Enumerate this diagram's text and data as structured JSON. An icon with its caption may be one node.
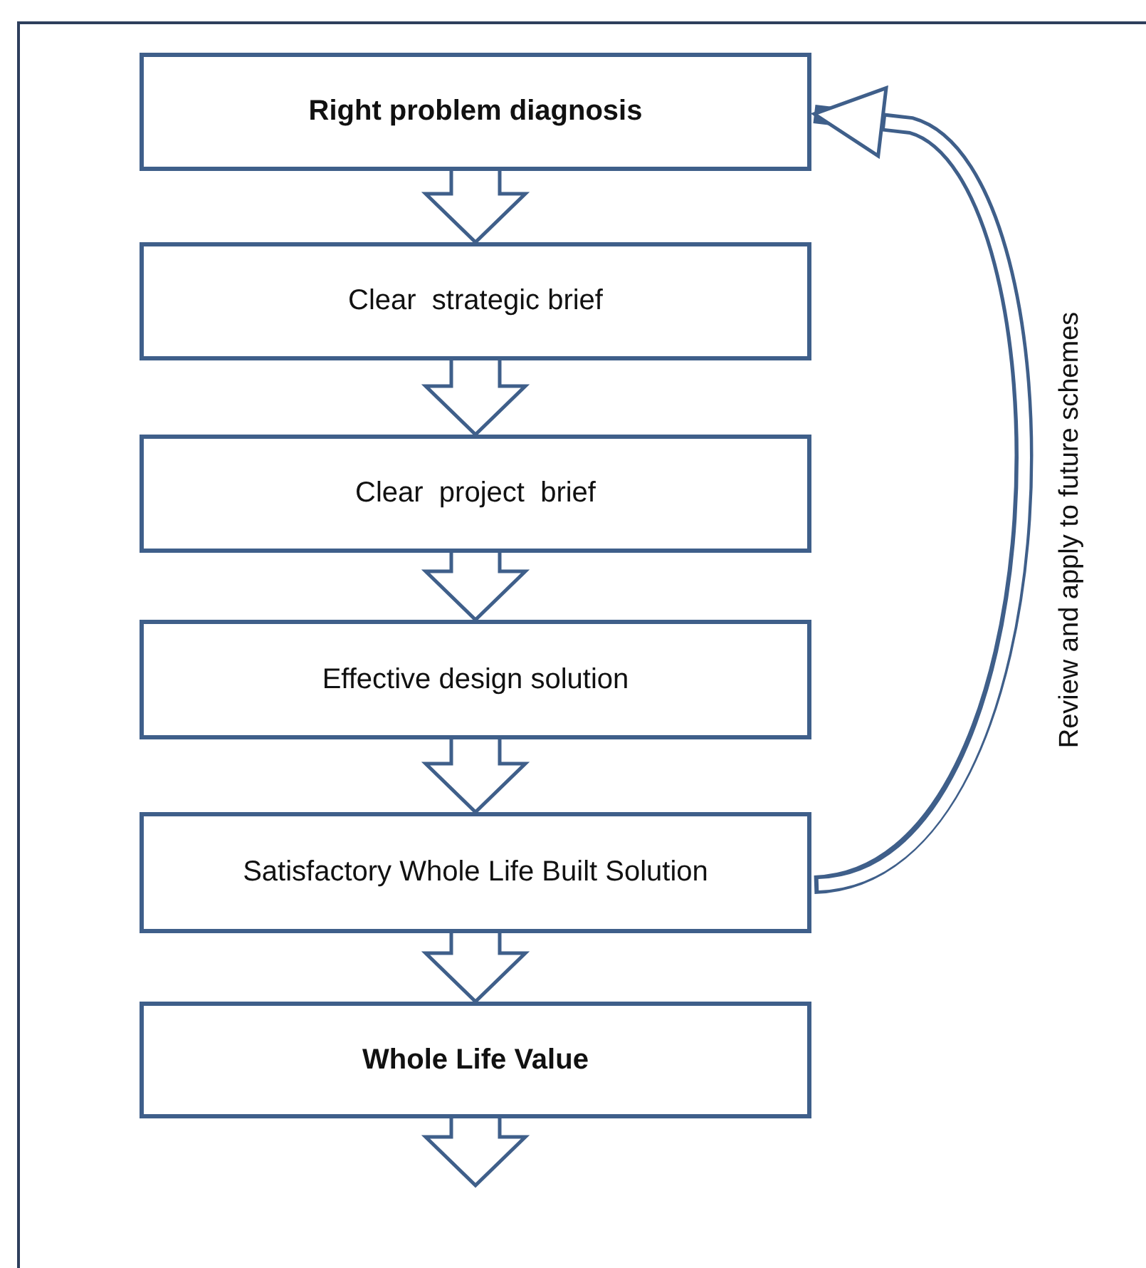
{
  "diagram": {
    "nodes": [
      {
        "text": [
          "Right problem diagnosis"
        ]
      },
      {
        "text": [
          "Clear  strategic brief"
        ]
      },
      {
        "text": [
          "Clear  project  brief"
        ]
      },
      {
        "text": [
          "Effective design solution"
        ]
      },
      {
        "text": [
          "Satisfactory Whole Life Built Solution"
        ]
      },
      {
        "text": [
          "Whole Life Value"
        ]
      }
    ],
    "edges": [
      {
        "from": 0,
        "to": 1,
        "arrow": "to"
      },
      {
        "from": 1,
        "to": 2,
        "arrow": "to"
      },
      {
        "from": 2,
        "to": 3,
        "arrow": "to"
      },
      {
        "from": 3,
        "to": 4,
        "arrow": "to"
      },
      {
        "from": 4,
        "to": 5,
        "arrow": "to"
      },
      {
        "from": 5,
        "to": null,
        "arrow": "to"
      },
      {
        "from": 4,
        "to": 0,
        "arrow": "to",
        "label": "Review and apply to future schemes"
      }
    ]
  }
}
